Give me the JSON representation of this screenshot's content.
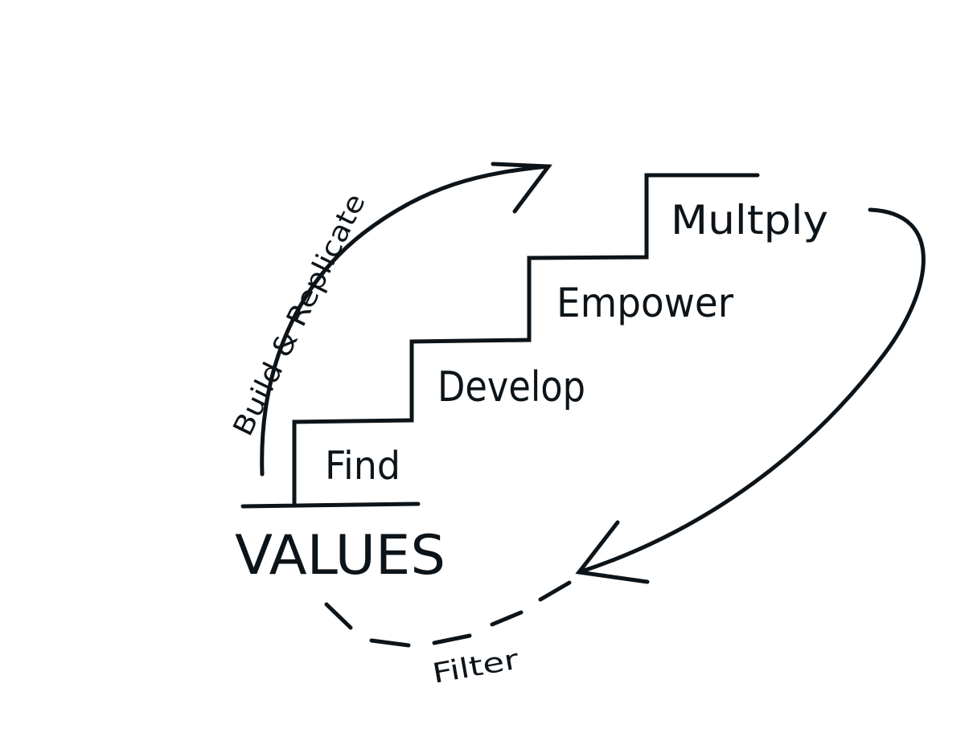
{
  "diagram": {
    "values_label": "VALUES",
    "steps": {
      "find": "Find",
      "develop": "Develop",
      "empower": "Empower",
      "multiply": "Multply"
    },
    "build_replicate_label": "Build & Replicate",
    "filter_label": "Filter"
  }
}
